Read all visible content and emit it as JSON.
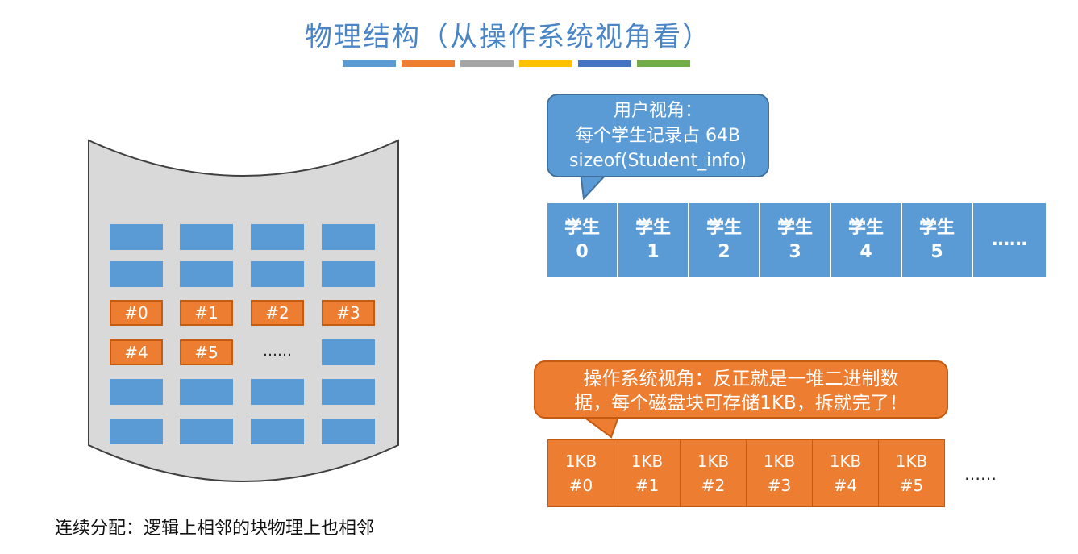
{
  "title": "物理结构（从操作系统视角看）",
  "color_bar": [
    "#5b9bd5",
    "#ed7d31",
    "#a5a5a5",
    "#ffc000",
    "#4472c4",
    "#70ad47"
  ],
  "disk": {
    "used_blocks": [
      "#0",
      "#1",
      "#2",
      "#3",
      "#4",
      "#5"
    ],
    "ellipsis": "……"
  },
  "user_view": {
    "line1": "用户视角：",
    "line2": "每个学生记录占 64B",
    "line3": "sizeof(Student_info)"
  },
  "students": [
    {
      "label": "学生",
      "index": "0"
    },
    {
      "label": "学生",
      "index": "1"
    },
    {
      "label": "学生",
      "index": "2"
    },
    {
      "label": "学生",
      "index": "3"
    },
    {
      "label": "学生",
      "index": "4"
    },
    {
      "label": "学生",
      "index": "5"
    }
  ],
  "students_ellipsis": "……",
  "os_view": {
    "line1": "操作系统视角：反正就是一堆二进制数",
    "line2": "据，每个磁盘块可存储1KB，拆就完了！"
  },
  "kb_blocks": [
    {
      "size": "1KB",
      "id": "#0"
    },
    {
      "size": "1KB",
      "id": "#1"
    },
    {
      "size": "1KB",
      "id": "#2"
    },
    {
      "size": "1KB",
      "id": "#3"
    },
    {
      "size": "1KB",
      "id": "#4"
    },
    {
      "size": "1KB",
      "id": "#5"
    }
  ],
  "kb_ellipsis": "……",
  "footnote": "连续分配：逻辑上相邻的块物理上也相邻"
}
